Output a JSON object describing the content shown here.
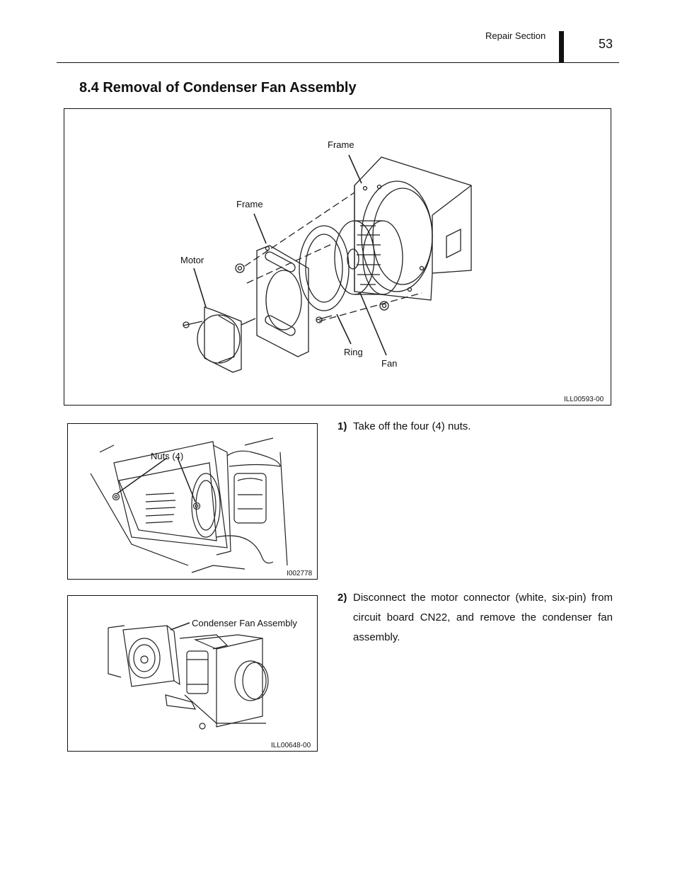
{
  "header": {
    "section": "Repair Section",
    "page": "53"
  },
  "title": "8.4  Removal of Condenser Fan Assembly",
  "figures": {
    "main": {
      "labels": {
        "frame_top": "Frame",
        "frame_mid": "Frame",
        "motor": "Motor",
        "ring": "Ring",
        "fan": "Fan"
      },
      "code": "ILL00593-00"
    },
    "nuts": {
      "label": "Nuts (4)",
      "code": "I002778"
    },
    "assembly": {
      "label": "Condenser Fan Assembly",
      "code": "ILL00648-00"
    }
  },
  "steps": [
    {
      "number": "1)",
      "text": "Take off the four (4) nuts."
    },
    {
      "number": "2)",
      "text": "Disconnect the motor connector (white, six-pin) from circuit board CN22, and remove the condenser fan assembly."
    }
  ]
}
